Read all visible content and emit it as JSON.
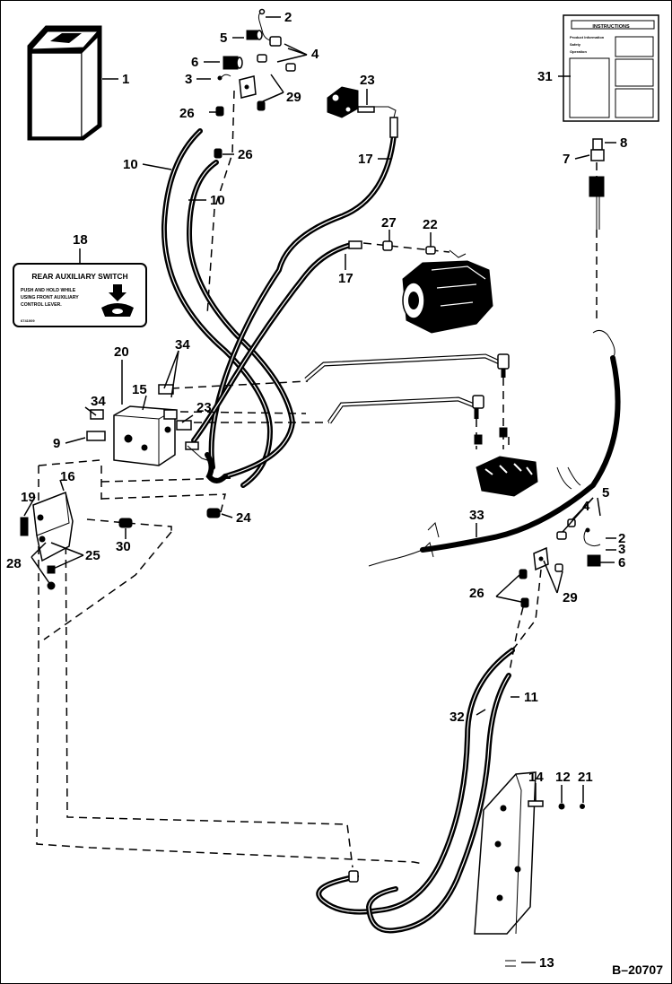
{
  "diagram": {
    "reference_code": "B–20707",
    "decal": {
      "title": "REAR AUXILIARY SWITCH",
      "line1": "PUSH AND HOLD WHILE",
      "line2": "USING FRONT AUXILIARY",
      "line3": "CONTROL LEVER.",
      "part_no": "6741009"
    },
    "manual_card": {
      "header": "INSTRUCTIONS",
      "line1": "Product Information",
      "line2": "Safety",
      "line3": "Operation"
    },
    "callouts": [
      {
        "id": "c1",
        "label": "1"
      },
      {
        "id": "c2a",
        "label": "2"
      },
      {
        "id": "c3a",
        "label": "3"
      },
      {
        "id": "c4a",
        "label": "4"
      },
      {
        "id": "c5a",
        "label": "5"
      },
      {
        "id": "c6a",
        "label": "6"
      },
      {
        "id": "c7",
        "label": "7"
      },
      {
        "id": "c8",
        "label": "8"
      },
      {
        "id": "c9",
        "label": "9"
      },
      {
        "id": "c10a",
        "label": "10"
      },
      {
        "id": "c10b",
        "label": "10"
      },
      {
        "id": "c11",
        "label": "11"
      },
      {
        "id": "c12",
        "label": "12"
      },
      {
        "id": "c13",
        "label": "13"
      },
      {
        "id": "c14",
        "label": "14"
      },
      {
        "id": "c15",
        "label": "15"
      },
      {
        "id": "c16",
        "label": "16"
      },
      {
        "id": "c17a",
        "label": "17"
      },
      {
        "id": "c17b",
        "label": "17"
      },
      {
        "id": "c18",
        "label": "18"
      },
      {
        "id": "c19",
        "label": "19"
      },
      {
        "id": "c20",
        "label": "20"
      },
      {
        "id": "c21",
        "label": "21"
      },
      {
        "id": "c22",
        "label": "22"
      },
      {
        "id": "c23a",
        "label": "23"
      },
      {
        "id": "c23b",
        "label": "23"
      },
      {
        "id": "c24",
        "label": "24"
      },
      {
        "id": "c25",
        "label": "25"
      },
      {
        "id": "c26a",
        "label": "26"
      },
      {
        "id": "c26b",
        "label": "26"
      },
      {
        "id": "c26c",
        "label": "26"
      },
      {
        "id": "c27",
        "label": "27"
      },
      {
        "id": "c28",
        "label": "28"
      },
      {
        "id": "c29a",
        "label": "29"
      },
      {
        "id": "c29b",
        "label": "29"
      },
      {
        "id": "c30",
        "label": "30"
      },
      {
        "id": "c31",
        "label": "31"
      },
      {
        "id": "c32",
        "label": "32"
      },
      {
        "id": "c33",
        "label": "33"
      },
      {
        "id": "c34a",
        "label": "34"
      },
      {
        "id": "c34b",
        "label": "34"
      },
      {
        "id": "c2b",
        "label": "2"
      },
      {
        "id": "c3b",
        "label": "3"
      },
      {
        "id": "c4b",
        "label": "4"
      },
      {
        "id": "c5b",
        "label": "5"
      },
      {
        "id": "c6b",
        "label": "6"
      }
    ]
  }
}
